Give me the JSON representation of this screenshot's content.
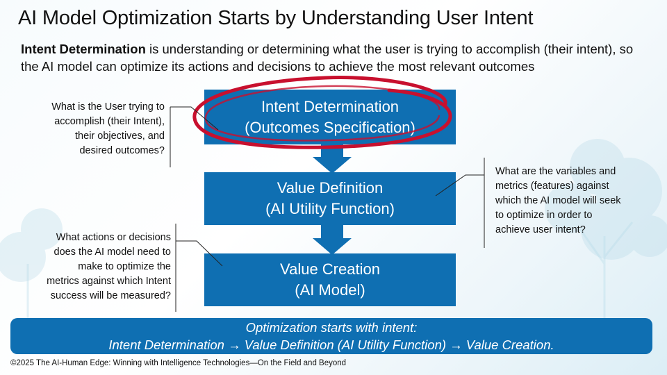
{
  "title": "AI Model Optimization Starts by Understanding User Intent",
  "intro": {
    "bold": "Intent Determination",
    "text": " is understanding or determining what the user is trying to accomplish (their intent), so the AI model can optimize its actions and decisions to achieve the most relevant outcomes"
  },
  "boxes": [
    {
      "line1": "Intent Determination",
      "line2": "(Outcomes Specification)"
    },
    {
      "line1": "Value Definition",
      "line2": "(AI Utility Function)"
    },
    {
      "line1": "Value Creation",
      "line2": "(AI Model)"
    }
  ],
  "callouts": {
    "left_top": [
      "What is the User trying to",
      "accomplish (their Intent),",
      "their objectives, and",
      "desired outcomes?"
    ],
    "right": [
      "What are the variables and",
      "metrics (features) against",
      "which the AI model will seek",
      "to optimize in order to",
      "achieve user intent?"
    ],
    "left_bottom": [
      "What actions or decisions",
      "does the AI model need to",
      "make to optimize the",
      "metrics against which Intent",
      "success will be measured?"
    ]
  },
  "banner": {
    "line1": "Optimization starts with intent:",
    "line2": "Intent Determination → Value Definition (AI Utility Function) → Value Creation."
  },
  "footer": "©2025 The AI-Human Edge: Winning with Intelligence Technologies—On the Field and Beyond",
  "colors": {
    "box_blue": "#0f6fb2",
    "highlight_red": "#c8102e",
    "text": "#111111"
  }
}
